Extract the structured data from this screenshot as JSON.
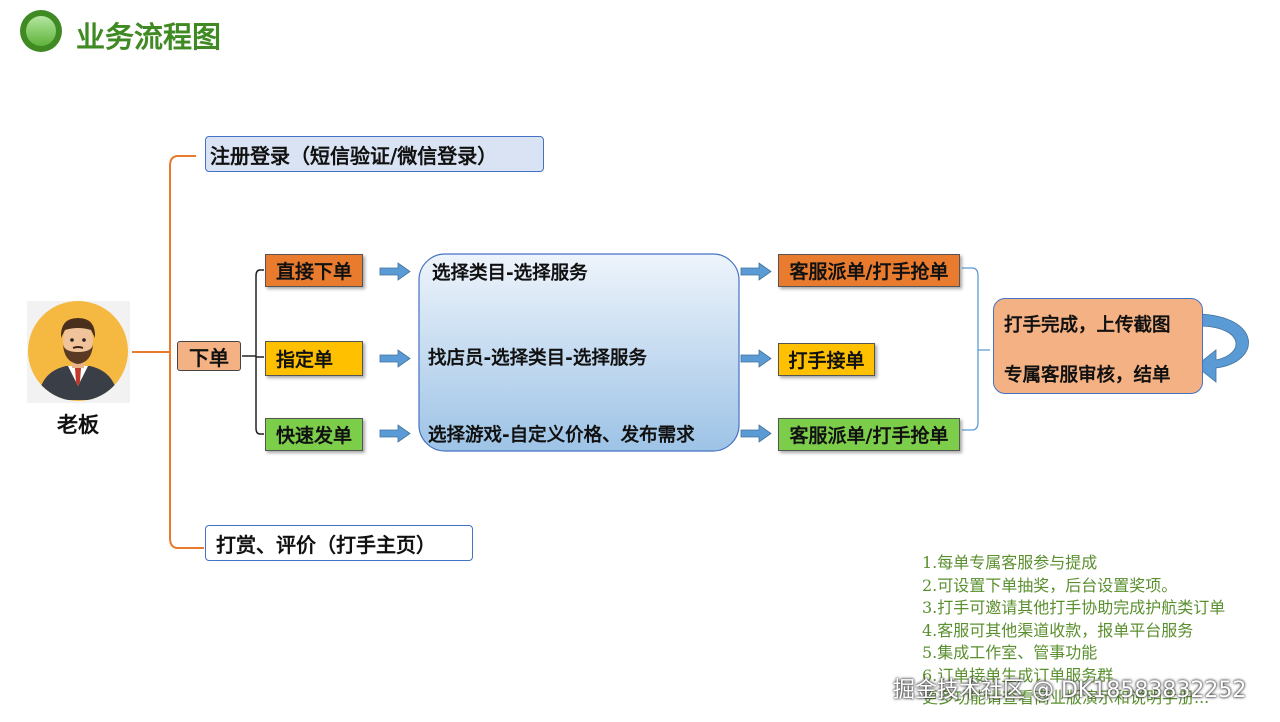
{
  "title": "业务流程图",
  "boss_label": "老板",
  "nodes": {
    "register": "注册登录（短信验证/微信登录）",
    "order": "下单",
    "direct": "直接下单",
    "assigned": "指定单",
    "quick": "快速发单",
    "step_direct": "选择类目-选择服务",
    "step_assigned": "找店员-选择类目-选择服务",
    "step_quick": "选择游戏-自定义价格、发布需求",
    "dispatch_1": "客服派单/打手抢单",
    "accept": "打手接单",
    "dispatch_2": "客服派单/打手抢单",
    "complete": "打手完成，上传截图",
    "review": "专属客服审核，结单",
    "reward": "打赏、评价（打手主页）"
  },
  "notes": [
    "1.每单专属客服参与提成",
    "2.可设置下单抽奖，后台设置奖项。",
    "3.打手可邀请其他打手协助完成护航类订单",
    "4.客服可其他渠道收款，报单平台服务",
    "5.集成工作室、管事功能",
    "6.订单接单生成订单服务群",
    "更多功能请查看商业版演示和说明手册..."
  ],
  "watermark": "掘金技术社区 @ DK18583832252",
  "colors": {
    "orange": "#e87b2e",
    "yellow": "#ffc000",
    "green": "#7ccd4a",
    "salmon": "#f4b183",
    "blue_box": "#dae3f3",
    "title_green": "#3f8a22"
  }
}
